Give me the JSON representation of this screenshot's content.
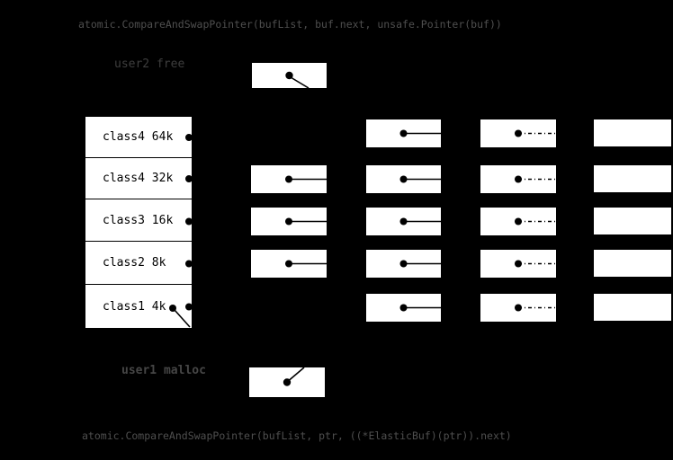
{
  "top_code": "atomic.CompareAndSwapPointer(bufList, buf.next, unsafe.Pointer(buf))",
  "bottom_code": "atomic.CompareAndSwapPointer(bufList, ptr, ((*ElasticBuf)(ptr)).next)",
  "actors": {
    "user2": {
      "label": "user2 free",
      "action": "free",
      "pointer": "dot with diagonal line down-right"
    },
    "user1": {
      "label": "user1 malloc",
      "action": "malloc",
      "pointer": "dot with diagonal line up-right"
    }
  },
  "size_classes": [
    {
      "label": "class4 64k",
      "chain": [
        "none",
        "solid-pointer",
        "dashdot-pointer",
        "empty-node"
      ]
    },
    {
      "label": "class4 32k",
      "chain": [
        "solid-pointer",
        "solid-pointer",
        "dashdot-pointer",
        "empty-node"
      ]
    },
    {
      "label": "class3 16k",
      "chain": [
        "solid-pointer",
        "solid-pointer",
        "dashdot-pointer",
        "empty-node"
      ]
    },
    {
      "label": "class2 8k",
      "chain": [
        "solid-pointer",
        "solid-pointer",
        "dashdot-pointer",
        "empty-node"
      ]
    },
    {
      "label": "class1 4k",
      "chain": [
        "none",
        "solid-pointer",
        "dashdot-pointer",
        "empty-node"
      ],
      "extra": "dot with diagonal line toward user1 malloc box"
    }
  ],
  "colors": {
    "background": "#000000",
    "node_fill": "#ffffff",
    "node_ink": "#000000",
    "code_text": "#4f4f4f",
    "user2_label": "#3e3e3e",
    "user1_label": "#464646"
  }
}
